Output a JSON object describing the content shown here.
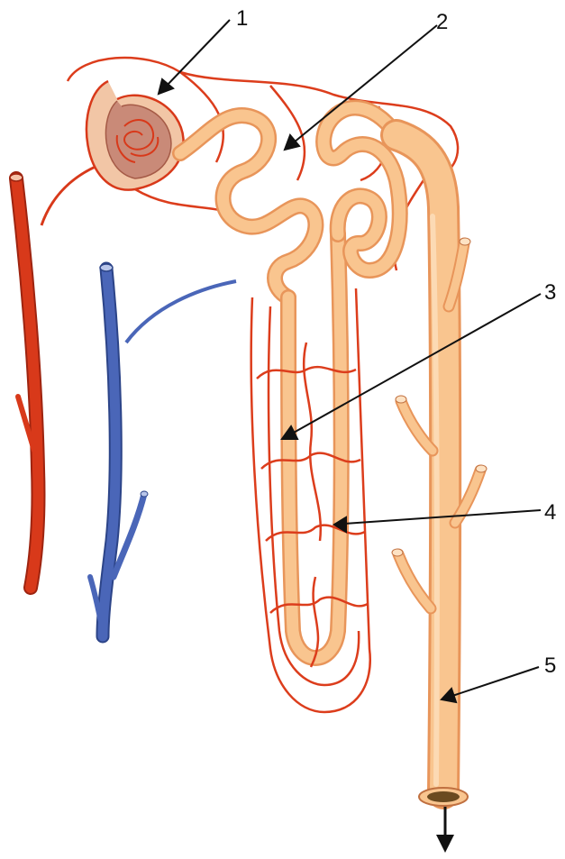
{
  "labels": {
    "l1": "1",
    "l2": "2",
    "l3": "3",
    "l4": "4",
    "l5": "5"
  },
  "colors": {
    "artery": "#d8391a",
    "artery_dark": "#9e2410",
    "vein": "#4a66b8",
    "vein_dark": "#2c4488",
    "tubule": "#f9c58f",
    "tubule_edge": "#e8955a",
    "capillary": "#dc3d1c",
    "capsule": "#c98a78",
    "arrow": "#111111"
  },
  "icons": {
    "outlet_arrow": "down-arrow-icon"
  }
}
